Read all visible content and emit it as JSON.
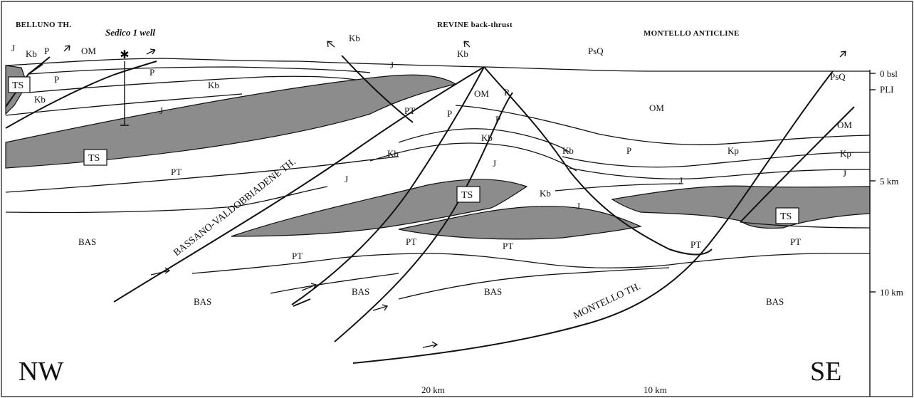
{
  "headers": {
    "belluno": "BELLUNO TH.",
    "sedico": "Sedico 1 well",
    "revine": "REVINE back-thrust",
    "montello_anticline": "MONTELLO ANTICLINE"
  },
  "faults": {
    "bassano": "BASSANO-VALDOBBIADENE TH.",
    "montello": "MONTELLO TH."
  },
  "orientation": {
    "left": "NW",
    "right": "SE"
  },
  "scale_bar": {
    "left": "20 km",
    "right": "10 km"
  },
  "depth_ticks": [
    "0 bsl",
    "PLI",
    "5 km",
    "10 km"
  ],
  "units": {
    "J": "J",
    "Kb": "Kb",
    "P": "P",
    "OM": "OM",
    "TS": "TS",
    "PT": "PT",
    "BAS": "BAS",
    "PsQ": "PsQ",
    "Kp": "Kp"
  },
  "colors": {
    "triassic_shading": "#8c8c8c",
    "line": "#111111"
  }
}
